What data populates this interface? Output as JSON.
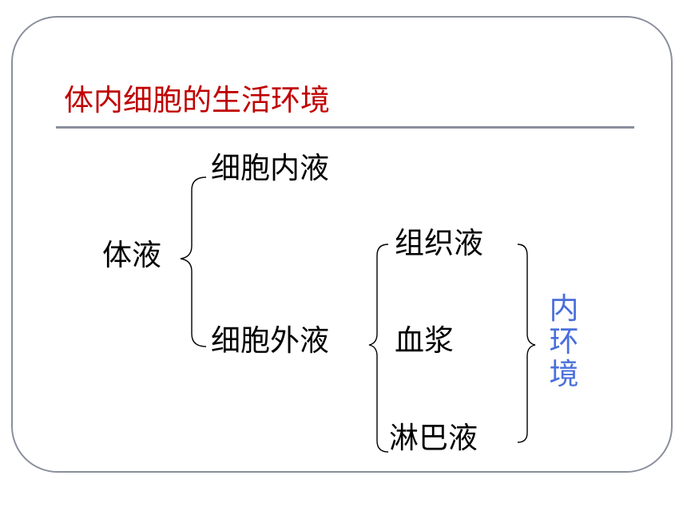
{
  "title": "体内细胞的生活环境",
  "diagram": {
    "root": "体液",
    "intracellular": "细胞内液",
    "extracellular": "细胞外液",
    "components": {
      "tissue_fluid": "组织液",
      "plasma": "血浆",
      "lymph": "淋巴液"
    },
    "group_label_chars": [
      "内",
      "环",
      "境"
    ]
  },
  "colors": {
    "title": "#c00000",
    "group_label": "#4a6fdc",
    "frame": "#8a8f9c"
  }
}
